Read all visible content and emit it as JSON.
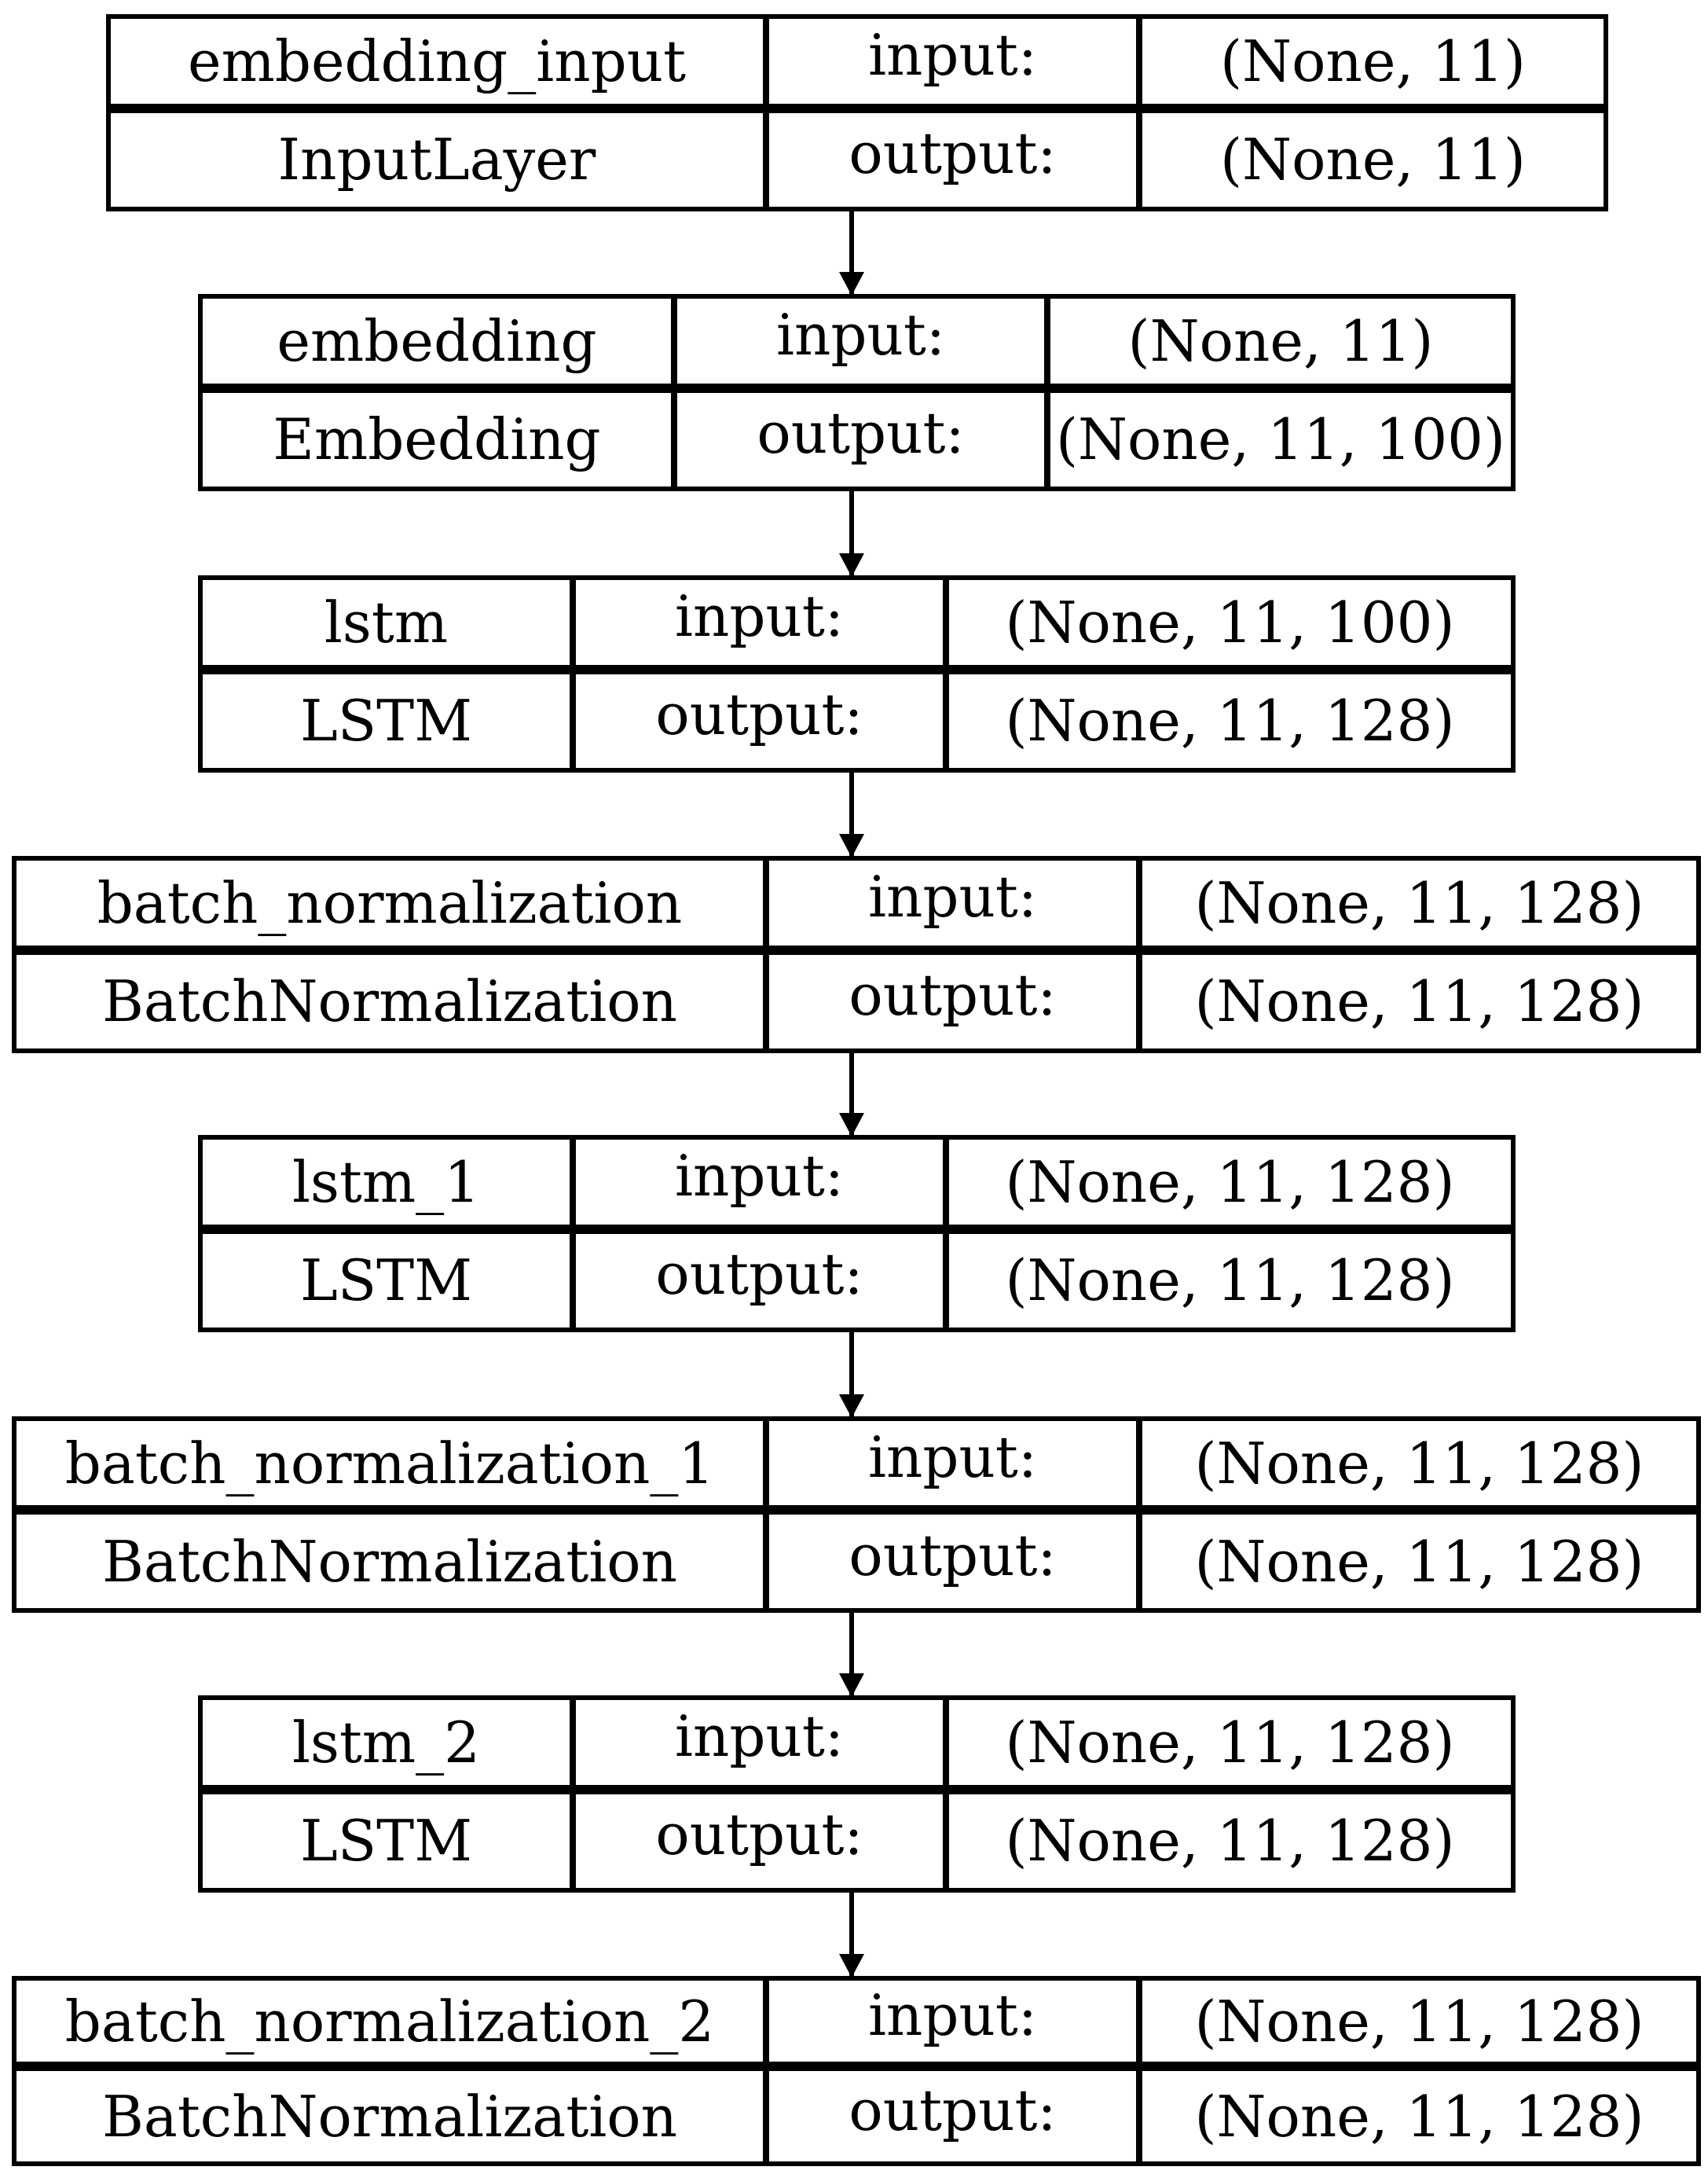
{
  "layers": [
    {
      "name": "embedding_input",
      "type": "InputLayer",
      "input_label": "input:",
      "output_label": "output:",
      "input_shape": "(None, 11)",
      "output_shape": "(None, 11)"
    },
    {
      "name": "embedding",
      "type": "Embedding",
      "input_label": "input:",
      "output_label": "output:",
      "input_shape": "(None, 11)",
      "output_shape": "(None, 11, 100)"
    },
    {
      "name": "lstm",
      "type": "LSTM",
      "input_label": "input:",
      "output_label": "output:",
      "input_shape": "(None, 11, 100)",
      "output_shape": "(None, 11, 128)"
    },
    {
      "name": "batch_normalization",
      "type": "BatchNormalization",
      "input_label": "input:",
      "output_label": "output:",
      "input_shape": "(None, 11, 128)",
      "output_shape": "(None, 11, 128)"
    },
    {
      "name": "lstm_1",
      "type": "LSTM",
      "input_label": "input:",
      "output_label": "output:",
      "input_shape": "(None, 11, 128)",
      "output_shape": "(None, 11, 128)"
    },
    {
      "name": "batch_normalization_1",
      "type": "BatchNormalization",
      "input_label": "input:",
      "output_label": "output:",
      "input_shape": "(None, 11, 128)",
      "output_shape": "(None, 11, 128)"
    },
    {
      "name": "lstm_2",
      "type": "LSTM",
      "input_label": "input:",
      "output_label": "output:",
      "input_shape": "(None, 11, 128)",
      "output_shape": "(None, 11, 128)"
    },
    {
      "name": "batch_normalization_2",
      "type": "BatchNormalization",
      "input_label": "input:",
      "output_label": "output:",
      "input_shape": "(None, 11, 128)",
      "output_shape": "(None, 11, 128)"
    }
  ]
}
